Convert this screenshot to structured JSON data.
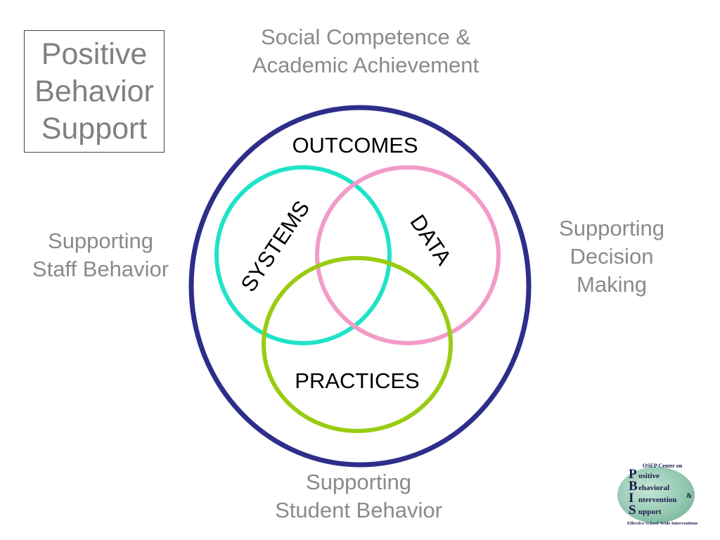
{
  "title": {
    "lines": [
      "Positive",
      "Behavior",
      "Support"
    ]
  },
  "labels": {
    "top": [
      "Social Competence &",
      "Academic Achievement"
    ],
    "left": [
      "Supporting",
      "Staff Behavior"
    ],
    "right": [
      "Supporting",
      "Decision",
      "Making"
    ],
    "bottom": [
      "Supporting",
      "Student Behavior"
    ]
  },
  "diagram": {
    "outer_label": "OUTCOMES",
    "systems_label": "SYSTEMS",
    "data_label": "DATA",
    "practices_label": "PRACTICES",
    "colors": {
      "outer": "#2e2e8a",
      "systems": "#1fe3c8",
      "data": "#f29ac8",
      "practices": "#99cc11"
    }
  },
  "logo": {
    "header": "OSEP Center on",
    "rows": [
      {
        "initial": "P",
        "rest": "ositive"
      },
      {
        "initial": "B",
        "rest": "ehavioral"
      },
      {
        "initial": "I",
        "rest": "ntervention"
      },
      {
        "initial": "S",
        "rest": "upport"
      }
    ],
    "ampersand": "&",
    "footer": "Effective School-Wide Interventions"
  }
}
